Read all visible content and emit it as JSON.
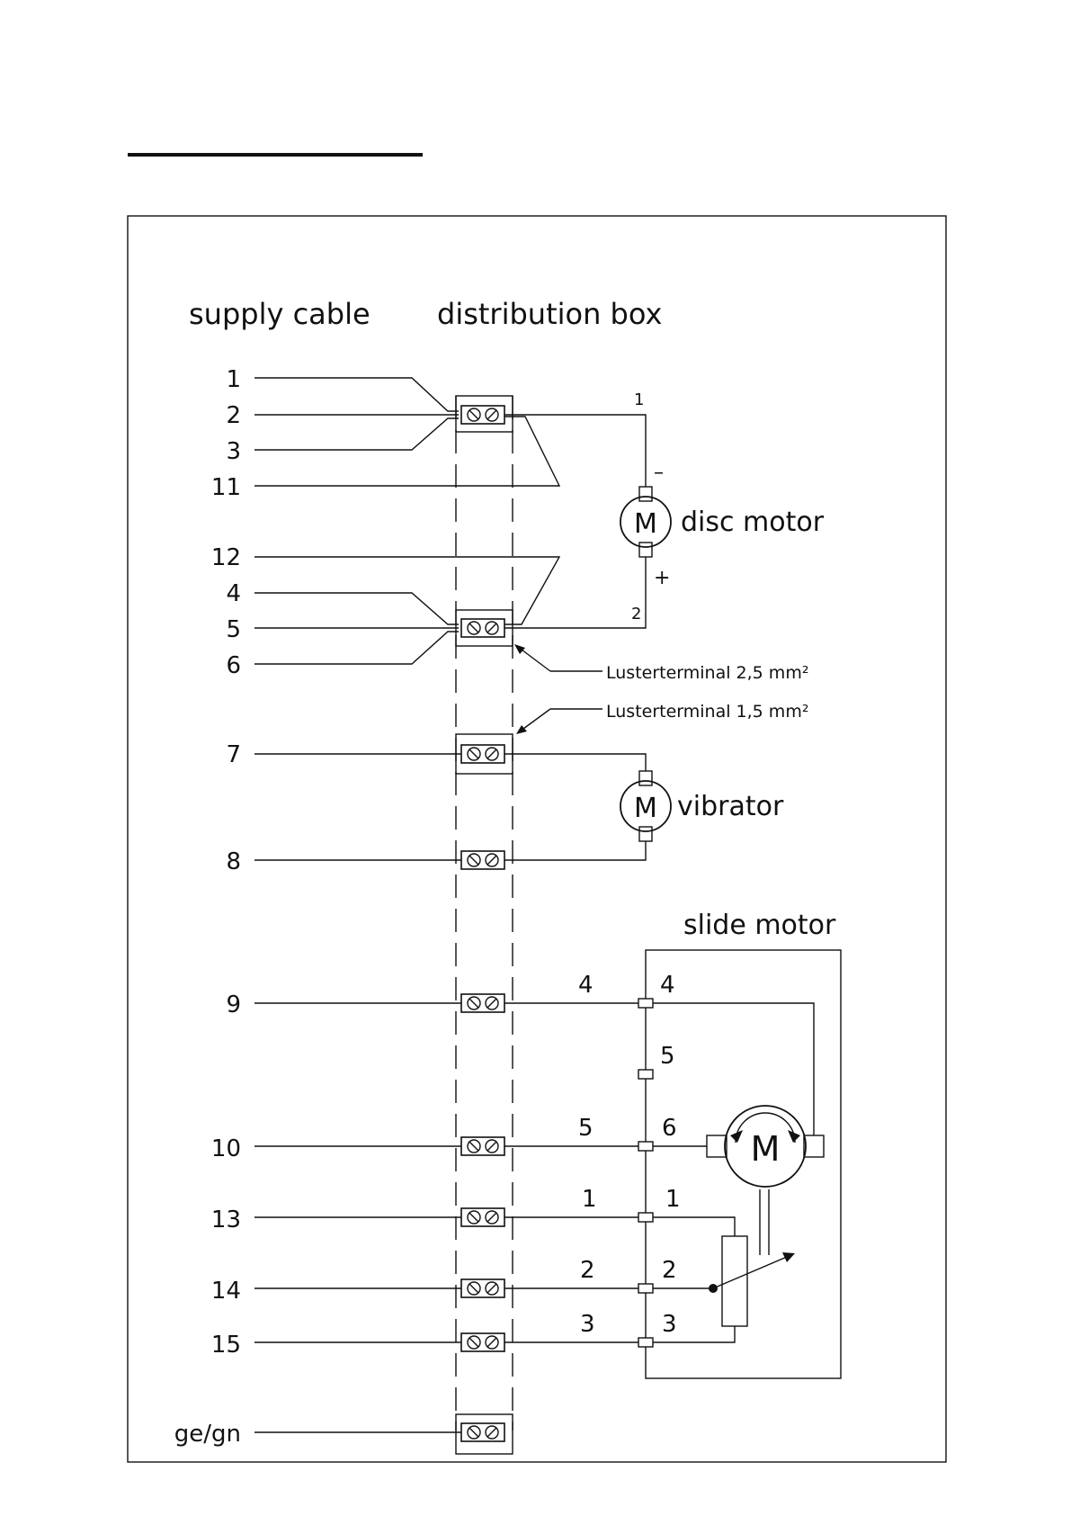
{
  "headers": {
    "supply": "supply cable",
    "box": "distribution box"
  },
  "supply_wires": [
    "1",
    "2",
    "3",
    "11",
    "12",
    "4",
    "5",
    "6",
    "7",
    "8",
    "9",
    "10",
    "13",
    "14",
    "15",
    "ge/gn"
  ],
  "disc_motor": {
    "label": "disc motor",
    "symbol": "M",
    "pin_top": "1",
    "pin_bottom": "2",
    "minus": "–",
    "plus": "+"
  },
  "vibrator": {
    "label": "vibrator",
    "symbol": "M"
  },
  "slide_motor": {
    "label": "slide motor",
    "symbol": "M",
    "wire_numbers": [
      "4",
      "5",
      "1",
      "2",
      "3"
    ],
    "pins": [
      "4",
      "5",
      "6",
      "1",
      "2",
      "3"
    ]
  },
  "terminal_notes": [
    "Lusterterminal 2,5 mm²",
    "Lusterterminal 1,5 mm²"
  ]
}
